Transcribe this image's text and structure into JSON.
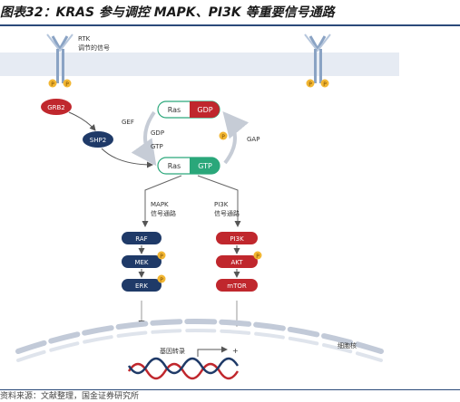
{
  "figure": {
    "title": "图表32：KRAS 参与调控 MAPK、PI3K 等重要信号通路",
    "source": "资料来源：文献整理，国金证券研究所"
  },
  "diagram": {
    "rtk": {
      "label": "RTK",
      "sublabel": "调节的信号",
      "phospho": "P"
    },
    "grb2": "GRB2",
    "shp2": "SHP2",
    "ras_gdp": {
      "ras": "Ras",
      "nucleotide": "GDP"
    },
    "ras_gtp": {
      "ras": "Ras",
      "nucleotide": "GTP"
    },
    "gef": "GEF",
    "gap": "GAP",
    "gdp_label": "GDP",
    "gtp_label": "GTP",
    "phospho": "P",
    "mapk": {
      "line1": "MAPK",
      "line2": "信号通路"
    },
    "pi3k_path": {
      "line1": "PI3K",
      "line2": "信号通路"
    },
    "mapk_nodes": [
      "RAF",
      "MEK",
      "ERK"
    ],
    "pi3k_nodes": [
      "PI3K",
      "AKT",
      "mTOR"
    ],
    "nucleus": "细胞核",
    "transcription": "基因转录",
    "plus": "+"
  },
  "colors": {
    "navy": "#1f3a68",
    "red": "#c0272d",
    "green": "#2aa77a",
    "phospho": "#f2b632",
    "membrane": "#e6ebf3"
  }
}
